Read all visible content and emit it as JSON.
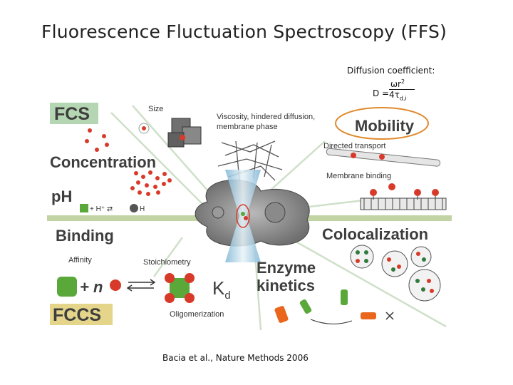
{
  "slide": {
    "title": "Fluorescence Fluctuation Spectroscopy (FFS)",
    "citation": "Bacia et al., Nature Methods 2006"
  },
  "formula": {
    "label": "Diffusion coefficient:",
    "lhs": "D =",
    "numerator": "ωr",
    "numerator_sup": "2",
    "denominator": "4τ",
    "denominator_sub": "d,i"
  },
  "figure": {
    "fcs_label": "FCS",
    "fccs_label": "FCCS",
    "size": "Size",
    "viscosity_line1": "Viscosity, hindered diffusion,",
    "viscosity_line2": "membrane phase",
    "mobility": "Mobility",
    "directed_transport": "Directed transport",
    "concentration": "Concentration",
    "membrane_binding": "Membrane binding",
    "ph": "pH",
    "ph_reaction": "+ H⁺ ⇄",
    "ph_product": "H",
    "binding": "Binding",
    "colocalization": "Colocalization",
    "affinity": "Affinity",
    "stoichiometry": "Stoichiometry",
    "plus_n": "+ n",
    "kd_main": "K",
    "kd_sub": "d",
    "enzyme_line1": "Enzyme",
    "enzyme_line2": "kinetics",
    "oligomerization": "Oligomerization"
  },
  "colors": {
    "fcs_box": "#b5d6b2",
    "fccs_box": "#e4d58a",
    "mobility_ring": "#e08a2e",
    "membrane_line": "#c2d4a4",
    "red_particle": "#d83a2a",
    "green_particle": "#5aa83a",
    "enzyme_orange": "#e9661c"
  }
}
